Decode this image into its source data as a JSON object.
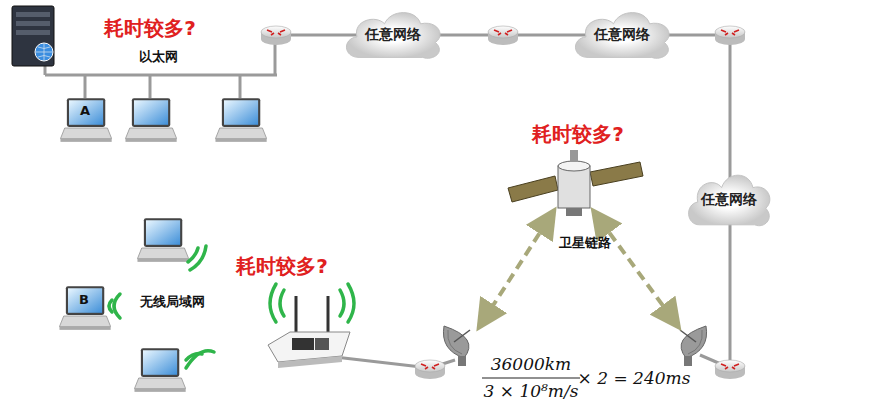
{
  "diagram": {
    "nodes": [
      {
        "text": [
          "任意网络"
        ]
      },
      {
        "text": [
          "任意网络"
        ]
      },
      {
        "text": [
          "任意网络"
        ]
      }
    ],
    "labels": [
      "耗时较多?",
      "以太网",
      "A",
      "耗时较多?",
      "卫星链路",
      "B",
      "无线局域网",
      "耗时较多?",
      "36000km",
      "3 × 10⁸m/s",
      "× 2 = 240ms"
    ]
  }
}
